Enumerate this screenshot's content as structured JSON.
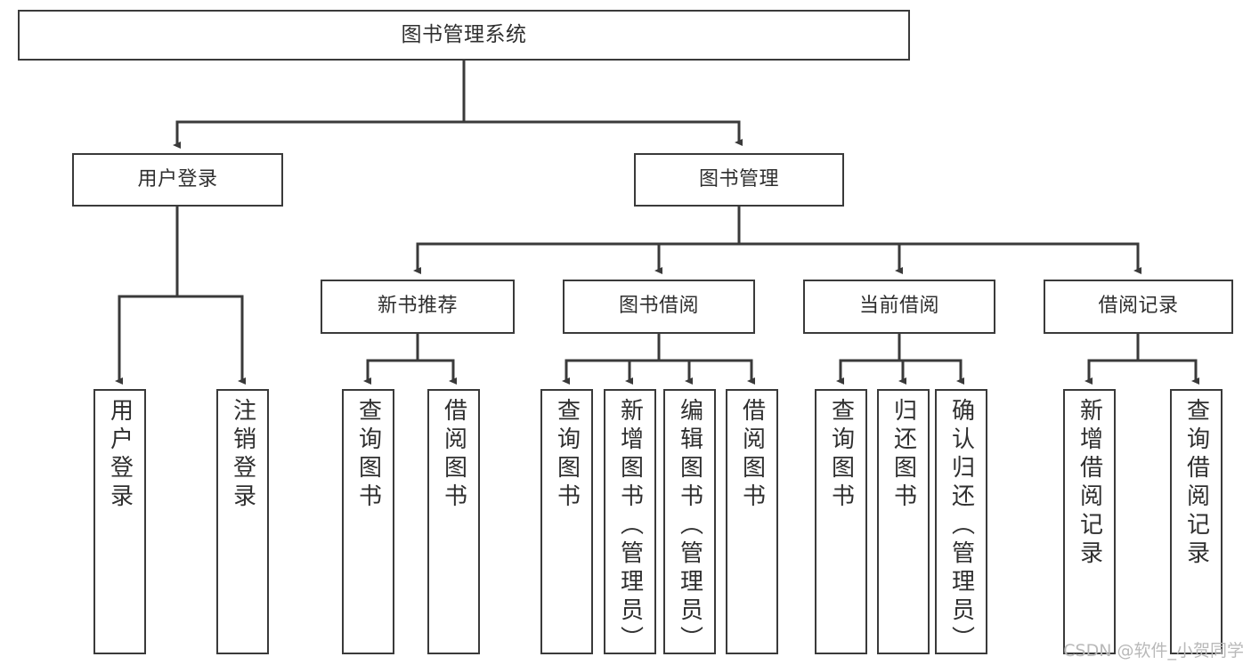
{
  "diagram": {
    "type": "tree",
    "title": "图书管理系统",
    "root": {
      "id": "root",
      "label": "图书管理系统"
    },
    "level1": [
      {
        "id": "user-login",
        "label": "用户登录"
      },
      {
        "id": "book-manage",
        "label": "图书管理"
      }
    ],
    "level2": [
      {
        "id": "new-book-rec",
        "label": "新书推荐",
        "parent": "book-manage"
      },
      {
        "id": "book-borrow",
        "label": "图书借阅",
        "parent": "book-manage"
      },
      {
        "id": "current-borrow",
        "label": "当前借阅",
        "parent": "book-manage"
      },
      {
        "id": "borrow-record",
        "label": "借阅记录",
        "parent": "book-manage"
      }
    ],
    "leaves": [
      {
        "id": "leaf-user-login",
        "label": "用户登录",
        "parent": "user-login"
      },
      {
        "id": "leaf-user-logout",
        "label": "注销登录",
        "parent": "user-login"
      },
      {
        "id": "leaf-query-book-1",
        "label": "查询图书",
        "parent": "new-book-rec"
      },
      {
        "id": "leaf-borrow-book-1",
        "label": "借阅图书",
        "parent": "new-book-rec"
      },
      {
        "id": "leaf-query-book-2",
        "label": "查询图书",
        "parent": "book-borrow"
      },
      {
        "id": "leaf-add-book",
        "label": "新增图书（管理员）",
        "parent": "book-borrow"
      },
      {
        "id": "leaf-edit-book",
        "label": "编辑图书（管理员）",
        "parent": "book-borrow"
      },
      {
        "id": "leaf-borrow-book-2",
        "label": "借阅图书",
        "parent": "book-borrow"
      },
      {
        "id": "leaf-query-book-3",
        "label": "查询图书",
        "parent": "current-borrow"
      },
      {
        "id": "leaf-return-book",
        "label": "归还图书",
        "parent": "current-borrow"
      },
      {
        "id": "leaf-confirm-return",
        "label": "确认归还（管理员）",
        "parent": "current-borrow"
      },
      {
        "id": "leaf-add-record",
        "label": "新增借阅记录",
        "parent": "borrow-record"
      },
      {
        "id": "leaf-query-record",
        "label": "查询借阅记录",
        "parent": "borrow-record"
      }
    ],
    "colors": {
      "stroke": "#3a3a3a",
      "fill": "#ffffff",
      "text": "#2f2f2f",
      "watermark": "#b9b9b9"
    }
  },
  "watermark": {
    "text": "CSDN @软件_小贺同学"
  }
}
